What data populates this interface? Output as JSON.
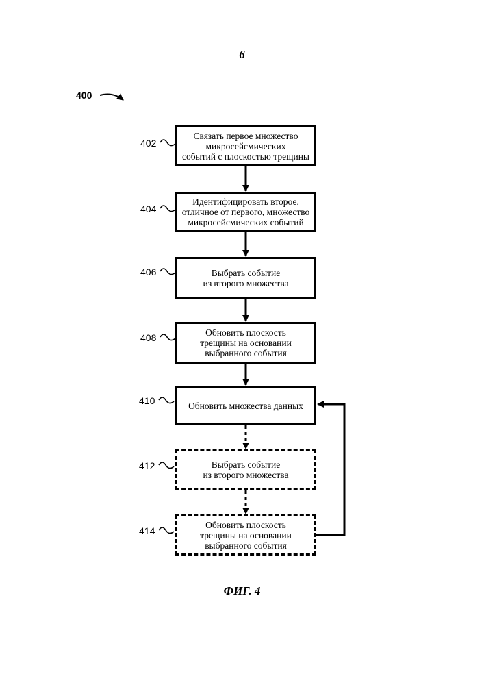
{
  "page_number": "6",
  "figure_label": "ФИГ. 4",
  "diagram_ref": "400",
  "steps": [
    {
      "ref": "402",
      "text": "Связать первое множество\nмикросейсмических\nсобытий с плоскостью трещины",
      "optional": false
    },
    {
      "ref": "404",
      "text": "Идентифицировать второе,\nотличное от первого, множество\nмикросейсмических событий",
      "optional": false
    },
    {
      "ref": "406",
      "text": "Выбрать событие\nиз второго множества",
      "optional": false
    },
    {
      "ref": "408",
      "text": "Обновить плоскость\nтрещины на основании\nвыбранного события",
      "optional": false
    },
    {
      "ref": "410",
      "text": "Обновить множества данных",
      "optional": false
    },
    {
      "ref": "412",
      "text": "Выбрать событие\nиз второго множества",
      "optional": true
    },
    {
      "ref": "414",
      "text": "Обновить плоскость\nтрещины на основании\nвыбранного события",
      "optional": true
    }
  ]
}
